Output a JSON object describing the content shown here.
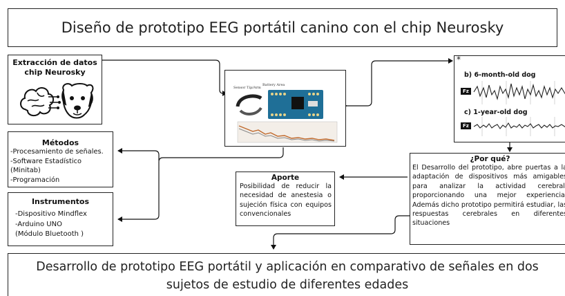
{
  "title": "Diseño de prototipo EEG portátil canino con el chip Neurosky",
  "extraccion": {
    "heading_line1": "Extracción de datos",
    "heading_line2": "chip Neurosky"
  },
  "metodos": {
    "heading": "Métodos",
    "items": [
      "-Procesamiento de señales.",
      "-Software Estadístico",
      "(Minitab)",
      "-Programación"
    ]
  },
  "instrumentos": {
    "heading": "Instrumentos",
    "items": [
      "-Dispositivo Mindflex",
      "-Arduino UNO",
      "(Módulo Bluetooth )"
    ]
  },
  "prototype_image": {
    "label_sensor": "Sensor Tip/Arm",
    "label_battery": "Battery Area"
  },
  "eeg_panel": {
    "asterisk": "*",
    "label_b": "b) 6-month-old dog",
    "label_c": "c) 1-year-old dog",
    "channel_b": "Fz",
    "channel_c": "Fz"
  },
  "por_que": {
    "heading": "¿Por qué?",
    "text": "El Desarrollo del prototipo, abre puertas a la adaptación de dispositivos más amigables para analizar la actividad cerebral, proporcionando una mejor experiencia. Además dicho prototipo permitirá estudiar, las respuestas cerebrales en diferentes situaciones"
  },
  "aporte": {
    "heading": "Aporte",
    "text": "Posibilidad de reducir la necesidad de anestesia o sujeción física con equipos convencionales"
  },
  "bottom": {
    "line1": "Desarrollo de prototipo EEG portátil y aplicación en comparativo de señales en dos",
    "line2": "sujetos de estudio de diferentes edades"
  }
}
